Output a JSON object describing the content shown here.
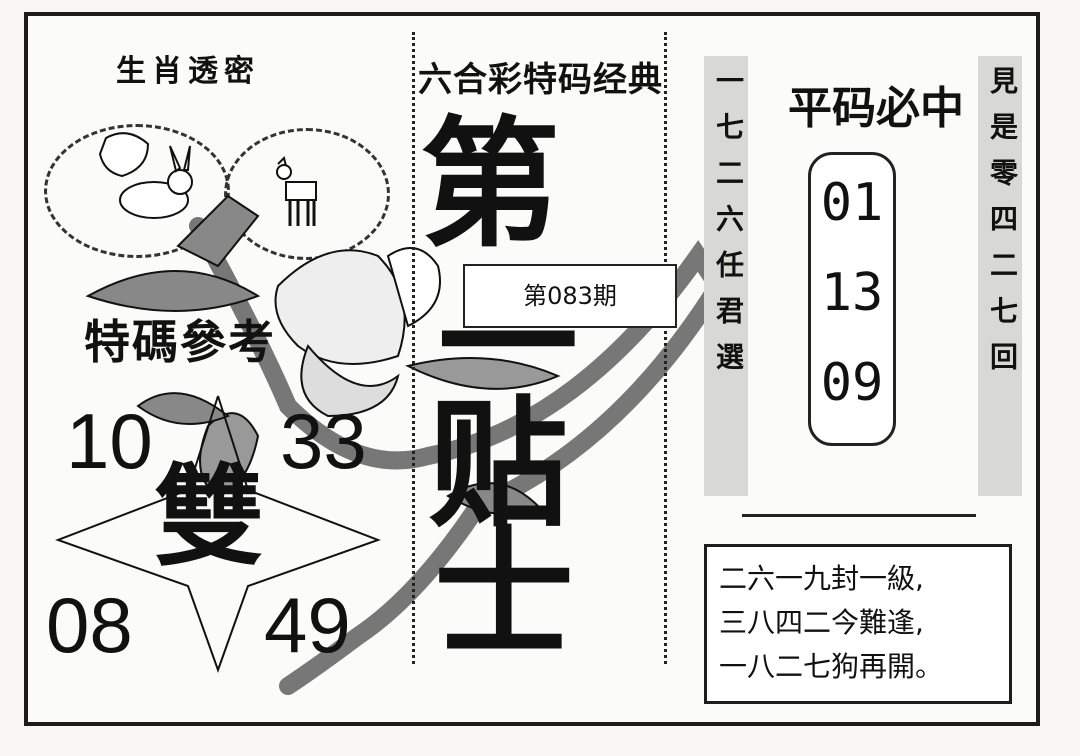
{
  "left_panel": {
    "title": "生肖透密",
    "texie": "特碼參考",
    "numbers": [
      "10",
      "33",
      "08",
      "49"
    ],
    "shuang": "雙"
  },
  "middle_panel": {
    "title": "六合彩特码经典",
    "big_chars": [
      "第",
      "一",
      "贴",
      "士"
    ],
    "issue": "第083期"
  },
  "right_panel": {
    "left_vertical": "一七二六任君選",
    "title": "平码必中",
    "numbers": [
      "01",
      "13",
      "09"
    ],
    "right_vertical": "見是零四二七回",
    "poem": [
      "二六一九封一級,",
      "三八四二今難逢,",
      "一八二七狗再開。"
    ]
  },
  "colors": {
    "ink": "#111111",
    "paper": "#fbfbf9",
    "strip": "#d8d8d4"
  },
  "icons": [
    "rabbit-icon",
    "goat-icon",
    "magnolia-branch-illustration",
    "diamond-outline-icon"
  ]
}
